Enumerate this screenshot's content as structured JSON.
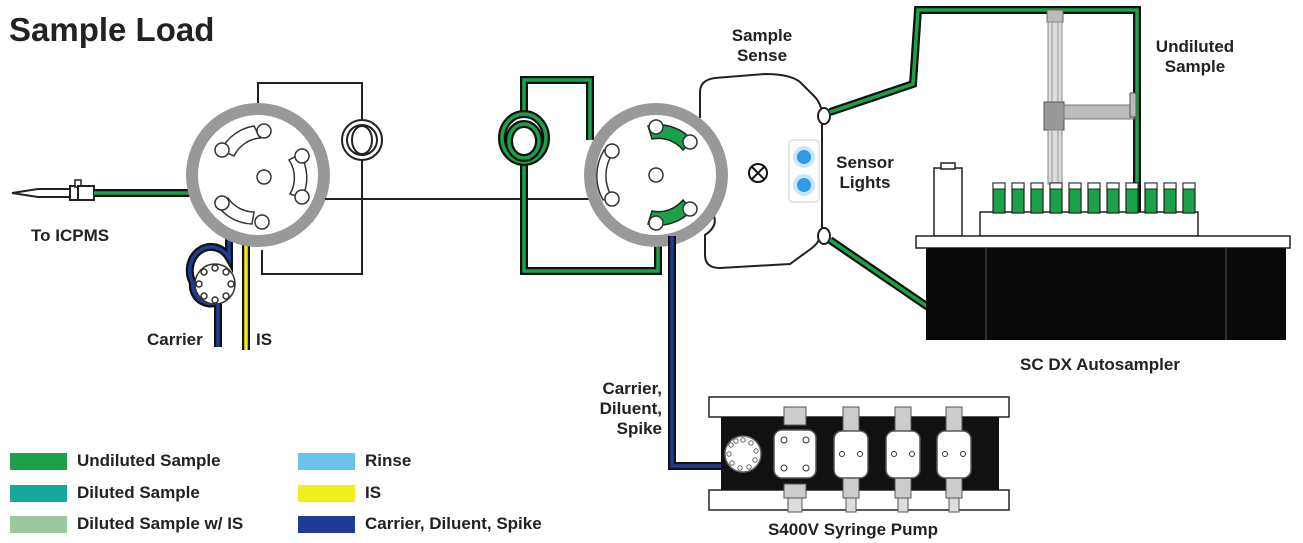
{
  "title": "Sample Load",
  "labels": {
    "to_icpms": "To ICPMS",
    "carrier": "Carrier",
    "is": "IS",
    "sample_sense_1": "Sample",
    "sample_sense_2": "Sense",
    "undiluted_sample_1": "Undiluted",
    "undiluted_sample_2": "Sample",
    "sensor_lights_1": "Sensor",
    "sensor_lights_2": "Lights",
    "autosampler": "SC DX Autosampler",
    "carrier_diluent_spike_1": "Carrier,",
    "carrier_diluent_spike_2": "Diluent,",
    "carrier_diluent_spike_3": "Spike",
    "syringe_pump": "S400V Syringe Pump"
  },
  "legend": [
    {
      "label": "Undiluted Sample",
      "color": "#1aa14a"
    },
    {
      "label": "Diluted Sample",
      "color": "#14a89a"
    },
    {
      "label": "Diluted Sample w/ IS",
      "color": "#9cc7a0"
    },
    {
      "label": "Rinse",
      "color": "#69c3ee"
    },
    {
      "label": "IS",
      "color": "#f4ee1c"
    },
    {
      "label": "Carrier, Diluent, Spike",
      "color": "#1e3c96"
    }
  ],
  "colors": {
    "undiluted": "#1aa14a",
    "carrier": "#1e3c96",
    "is": "#f4ee1c",
    "sensor_light": "#2f9be8",
    "valve_ring": "#999999",
    "dark": "#111111"
  },
  "icons": [
    "nebulizer-icon",
    "valve-icon",
    "sample-loop-icon",
    "peristaltic-pump-icon",
    "sensor-light-icon",
    "vent-icon",
    "syringe-icon",
    "probe-icon",
    "vial-icon"
  ]
}
